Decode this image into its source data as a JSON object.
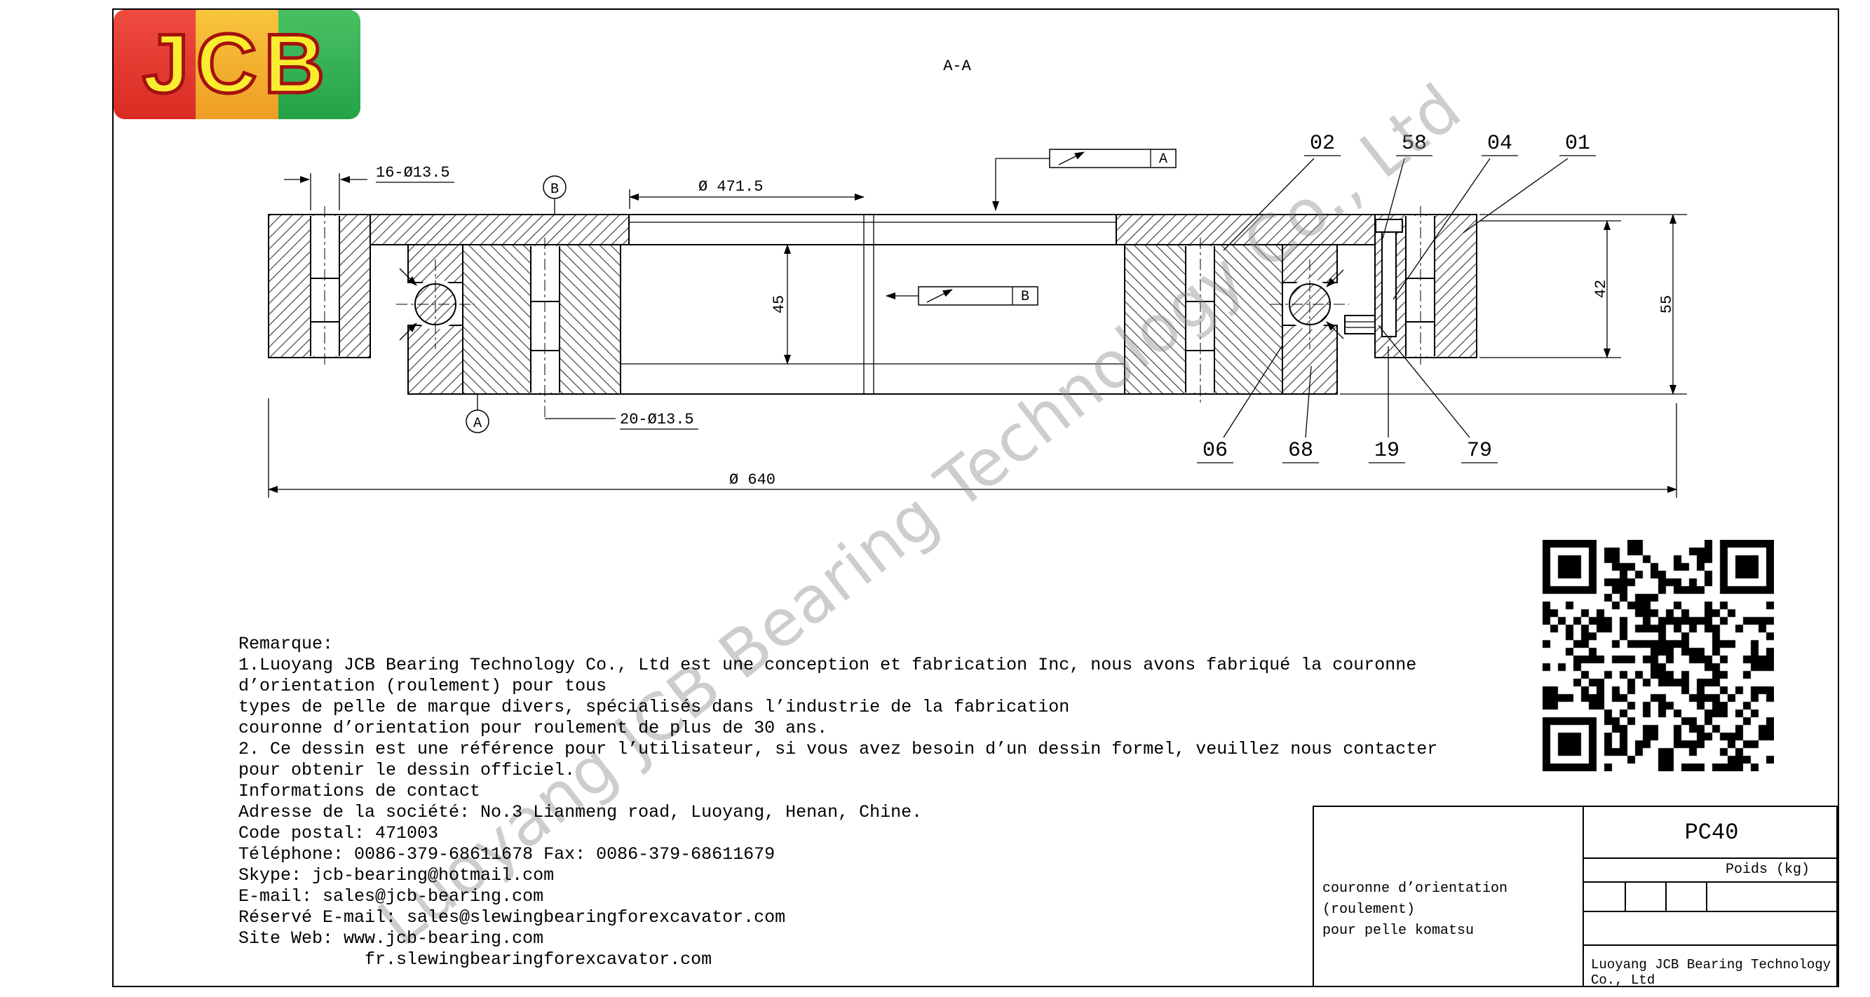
{
  "logo": {
    "text": "JCB"
  },
  "drawing": {
    "section_label": "A-A",
    "watermark": "Luoyang JCB Bearing Technology Co., Ltd",
    "dims": {
      "bolt_outer": "16-Ø13.5",
      "bore_dia": "Ø 471.5",
      "inner_height": "45",
      "outer_height": "42",
      "total_height": "55",
      "bolt_inner": "20-Ø13.5",
      "outer_dia": "Ø 640"
    },
    "datums": {
      "a": "A",
      "b": "B"
    },
    "callouts_top": [
      "02",
      "58",
      "04",
      "01"
    ],
    "callouts_bottom": [
      "06",
      "68",
      "19",
      "79"
    ]
  },
  "notes": {
    "lines": [
      "Remarque:",
      "1.Luoyang JCB Bearing Technology Co., Ltd est une conception et fabrication Inc, nous avons fabriqué la couronne",
      "d’orientation (roulement) pour tous",
      "types de pelle de marque divers, spécialisés dans l’industrie de la fabrication",
      "couronne d’orientation pour roulement de plus de 30 ans.",
      "2. Ce dessin est une référence pour l’utilisateur, si vous avez besoin d’un dessin formel, veuillez nous contacter",
      "pour obtenir le dessin officiel.",
      "Informations de contact",
      "Adresse de la société: No.3 Lianmeng road, Luoyang, Henan, Chine.",
      "Code postal: 471003",
      "Téléphone: 0086-379-68611678 Fax: 0086-379-68611679",
      "Skype: jcb-bearing@hotmail.com",
      "E-mail: sales@jcb-bearing.com",
      "Réservé E-mail: sales@slewingbearingforexcavator.com",
      "Site Web: www.jcb-bearing.com",
      "            fr.slewingbearingforexcavator.com"
    ]
  },
  "title_block": {
    "model": "PC40",
    "weight_label": "Poids (kg)",
    "desc_line1": "couronne d’orientation (roulement)",
    "desc_line2": "pour pelle komatsu",
    "company": "Luoyang JCB Bearing Technology Co., Ltd"
  }
}
